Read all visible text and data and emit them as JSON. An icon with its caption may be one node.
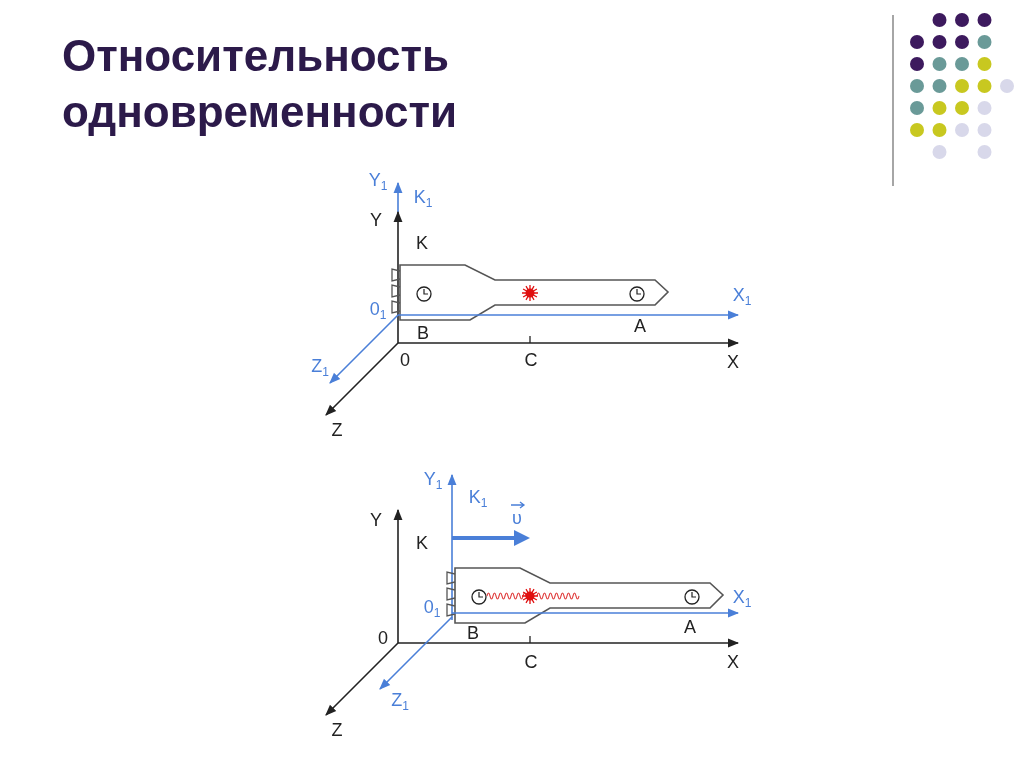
{
  "diagram": {
    "title": "Относительность одновременности",
    "labels": [
      "Y$_{1}$",
      "K$_{1}$",
      "Y",
      "K",
      "0$_{1}$",
      "X$_{1}$",
      "B",
      "A",
      "Z$_{1}$",
      "0",
      "C",
      "X",
      "Z",
      "Y$_{1}$",
      "K$_{1}$",
      "υ",
      "Y",
      "K",
      "X$_{1}$",
      "0$_{1}$",
      "B",
      "A",
      "0",
      "C",
      "X",
      "Z$_{1}$",
      "Z"
    ]
  }
}
